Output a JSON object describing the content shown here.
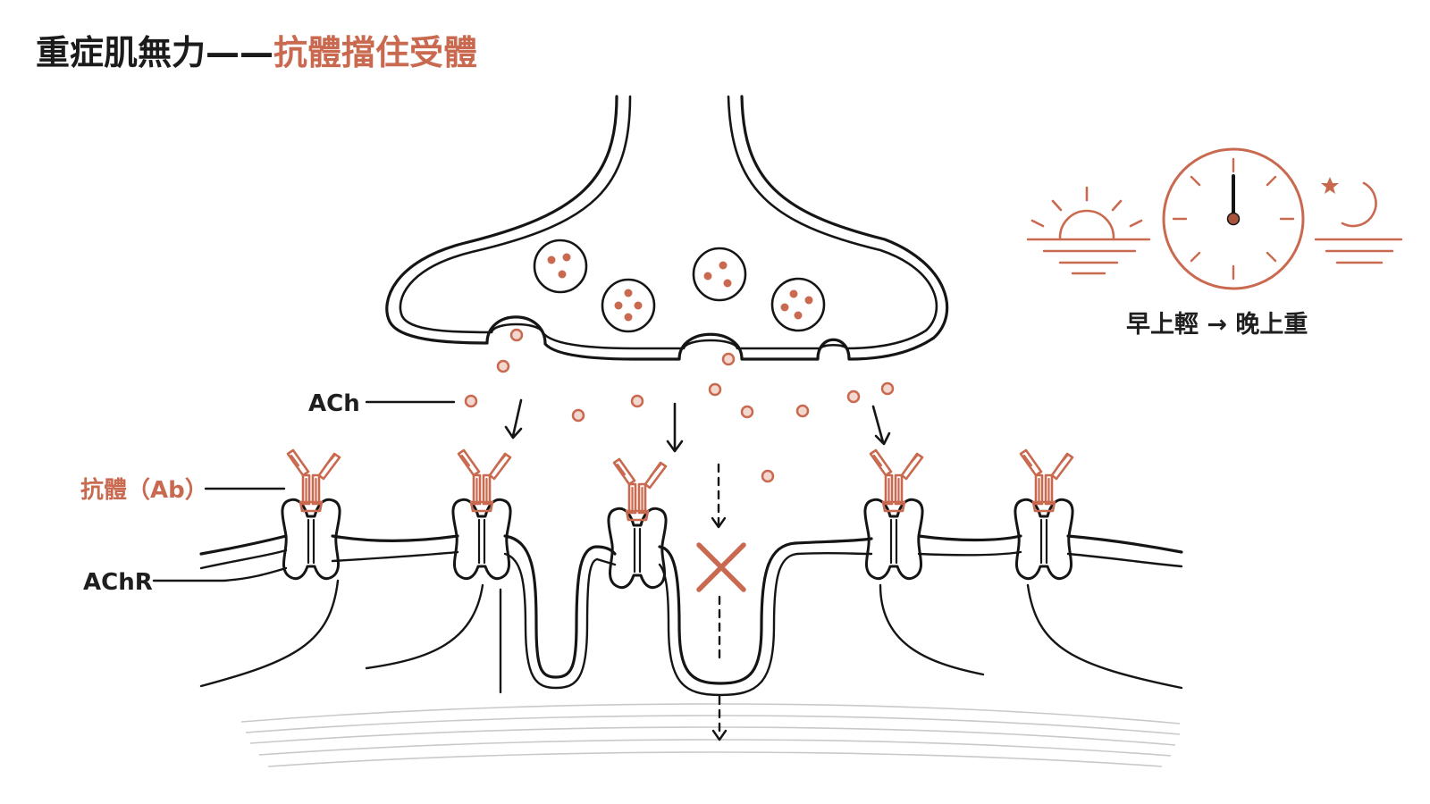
{
  "title": {
    "main": "重症肌無力",
    "dash": "——",
    "accent": "抗體擋住受體"
  },
  "labels": {
    "ach": "ACh",
    "antibody": "抗體（Ab）",
    "achr": "AChR"
  },
  "caption": {
    "text": "早上輕 → 晚上重"
  },
  "icons": [
    "sunrise-icon",
    "clock-icon",
    "moon-night-icon",
    "blocked-cross-icon"
  ],
  "colors": {
    "ink": "#151515",
    "accent": "#c96a50",
    "vesicle_fill": "#fbe9e3",
    "background": "#ffffff"
  }
}
